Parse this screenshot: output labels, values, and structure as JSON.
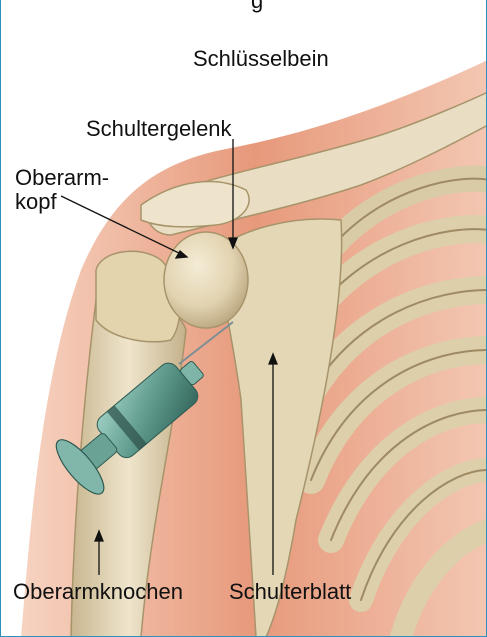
{
  "labels": {
    "clavicle": "Schlüsselbein",
    "shoulder_joint": "Schultergelenk",
    "humeral_head_line1": "Oberarm-",
    "humeral_head_line2": "kopf",
    "humerus": "Oberarmknochen",
    "scapula": "Schulterblatt"
  },
  "colors": {
    "frame": "#2f8fb8",
    "skin": "#e9a283",
    "bone": "#e8dcc0",
    "bone_shadow": "#b7a47e",
    "syringe": "#5e9a8d",
    "text": "#111111"
  }
}
